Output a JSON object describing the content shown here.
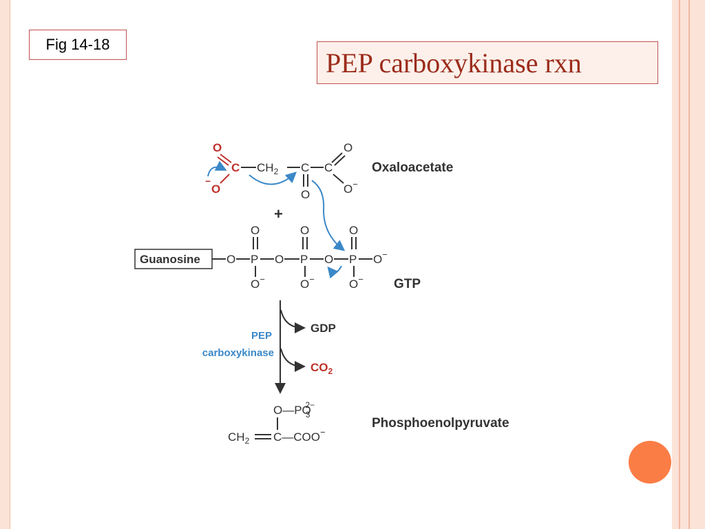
{
  "slide": {
    "fig_label": "Fig 14-18",
    "title": "PEP carboxykinase rxn",
    "colors": {
      "accent": "#c0504d",
      "title_text": "#9b2c1b",
      "dot": "#fb7d46",
      "arrow_blue": "#3b88c8",
      "red": "#c0312b"
    }
  },
  "diagram": {
    "oxaloacetate": {
      "name": "Oxaloacetate",
      "O": "O",
      "O_minus": "O",
      "C": "C",
      "CH2": "CH",
      "sub2": "2",
      "minus": "−"
    },
    "plus": "+",
    "gtp": {
      "name": "GTP",
      "guanosine": "Guanosine",
      "O": "O",
      "P": "P",
      "minus": "−"
    },
    "enzyme": {
      "line1": "PEP",
      "line2": "carboxykinase"
    },
    "byproducts": {
      "gdp": "GDP",
      "co2": "CO",
      "co2_sub": "2"
    },
    "pep": {
      "name": "Phosphoenolpyruvate",
      "po3": "O—PO",
      "po3_sub": "3",
      "po3_sup": "2−",
      "ch2": "CH",
      "ch2_sub": "2",
      "c_coo": "C—COO",
      "coo_sup": "−"
    }
  }
}
